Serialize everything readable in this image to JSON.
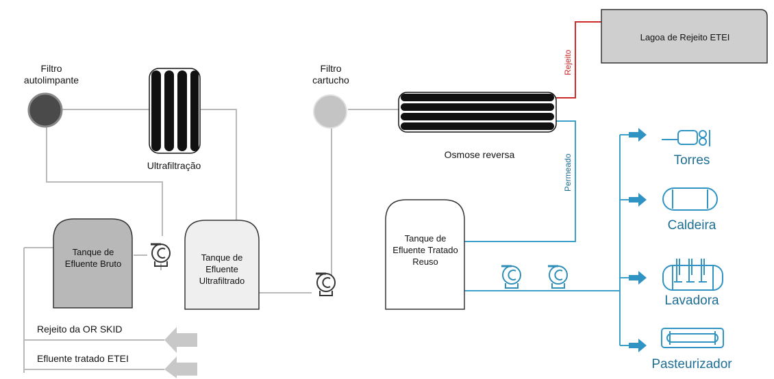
{
  "colors": {
    "pipe_gray": "#b9b9b9",
    "pipe_blue": "#3aa0c9",
    "pipe_red": "#cc2a2a",
    "consumer_blue": "#2f93c4",
    "pump_stroke": "#2f8fb8",
    "tank_dark_fill": "#b8b8b8",
    "tank_light_fill": "#efefef",
    "filter_dark": "#4a4a4a",
    "filter_light": "#c4c4c4",
    "lagoa_fill": "#cfcfcf"
  },
  "equipment": {
    "filtro_autolimpante": "Filtro autolimpante",
    "ultrafiltracao": "Ultrafiltração",
    "filtro_cartucho": "Filtro cartucho",
    "osmose_reversa": "Osmose reversa",
    "lagoa": "Lagoa de Rejeito ETEI"
  },
  "tanks": {
    "bruto": "Tanque de Efluente Bruto",
    "ultrafiltrado": "Tanque de Efluente Ultrafiltrado",
    "reuso": "Tanque de Efluente Tratado Reuso"
  },
  "streams": {
    "rejeito": "Rejeito",
    "permeado": "Permeado"
  },
  "inputs": {
    "rejeito_or": "Rejeito da OR SKID",
    "efluente_etei": "Efluente tratado ETEI"
  },
  "consumers": [
    "Torres",
    "Caldeira",
    "Lavadora",
    "Pasteurizador"
  ]
}
